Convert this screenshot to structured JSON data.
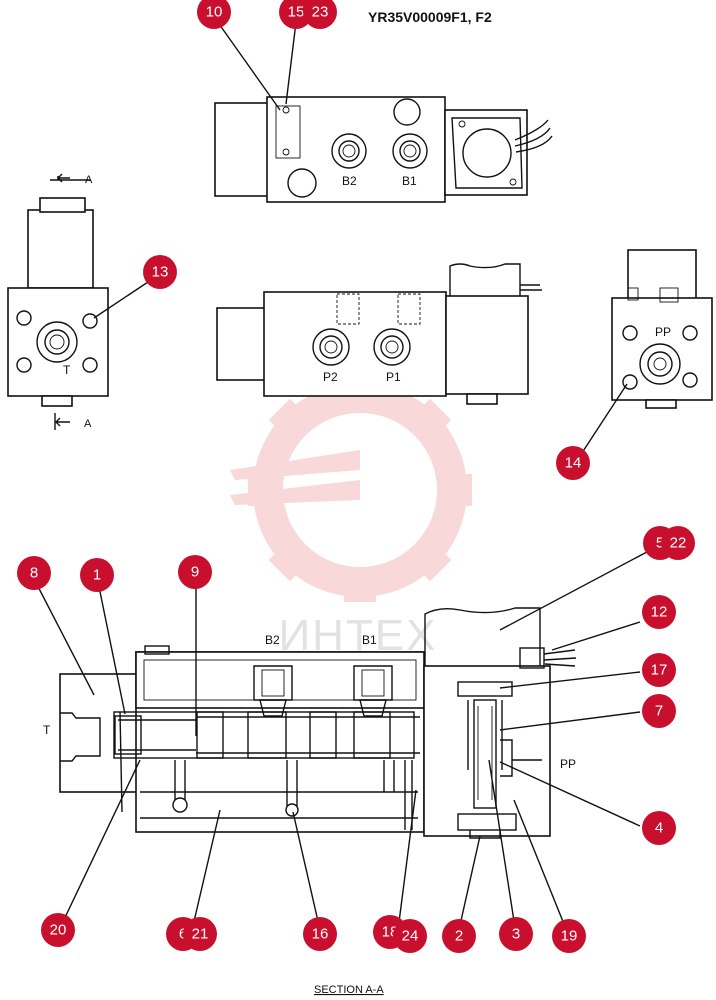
{
  "drawing_code": "YR35V00009F1, F2",
  "section_title": "SECTION  A-A",
  "watermark": "ИНТЕХ",
  "callout_color": "#c8102e",
  "port_labels": {
    "top_b2": "B2",
    "top_b1": "B1",
    "mid_p2": "P2",
    "mid_p1": "P1",
    "left_t": "T",
    "right_pp": "PP",
    "sec_b2": "B2",
    "sec_b1": "B1",
    "sec_t": "T",
    "sec_pp": "PP",
    "section_a_top": "A",
    "section_a_bottom": "A"
  },
  "callouts": {
    "c10": "10",
    "c15": "15",
    "c23": "23",
    "c13": "13",
    "c14": "14",
    "c5": "5",
    "c22": "22",
    "c8": "8",
    "c1": "1",
    "c9": "9",
    "c12": "12",
    "c17": "17",
    "c7": "7",
    "c4": "4",
    "c20": "20",
    "c6": "6",
    "c21": "21",
    "c16": "16",
    "c18": "18",
    "c24": "24",
    "c2": "2",
    "c3": "3",
    "c19": "19"
  }
}
